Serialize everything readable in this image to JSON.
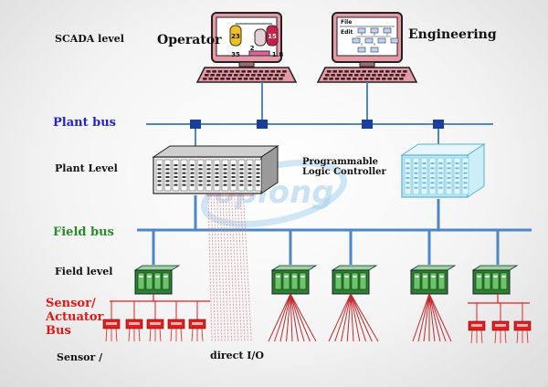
{
  "levels": {
    "scada": "SCADA level",
    "plant": "Plant Level",
    "field": "Field level",
    "sensor_bottom": "Sensor /"
  },
  "buses": {
    "plant_bus": "Plant bus",
    "field_bus": "Field bus",
    "sensor_actuator_bus": [
      "Sensor/",
      "Actuator",
      "Bus"
    ]
  },
  "stations": {
    "operator": "Operator",
    "engineering": "Engineering"
  },
  "operator_screen": {
    "tank1_value": "23",
    "tank2_value": "15",
    "value_mid": "2",
    "value_left": "35",
    "value_right": "1.8"
  },
  "engineering_screen": {
    "menu_file": "File",
    "menu_edit": "Edit"
  },
  "plc_label": [
    "Programmable",
    "Logic Controller"
  ],
  "direct_io": "direct I/O",
  "watermark": "oplong",
  "colors": {
    "bus_blue": "#4f86c6",
    "plant_bus_text": "#2323c8",
    "field_bus_text": "#2a8a2a",
    "sensor_text": "#e01818",
    "monitor_pink": "#e79aa6",
    "monitor_dark": "#3a1f24",
    "io_green": "#2f7f2f",
    "sensor_red": "#e02020",
    "bus_node": "#1a3f9a",
    "plc_cyan": "#bfeaf5"
  }
}
